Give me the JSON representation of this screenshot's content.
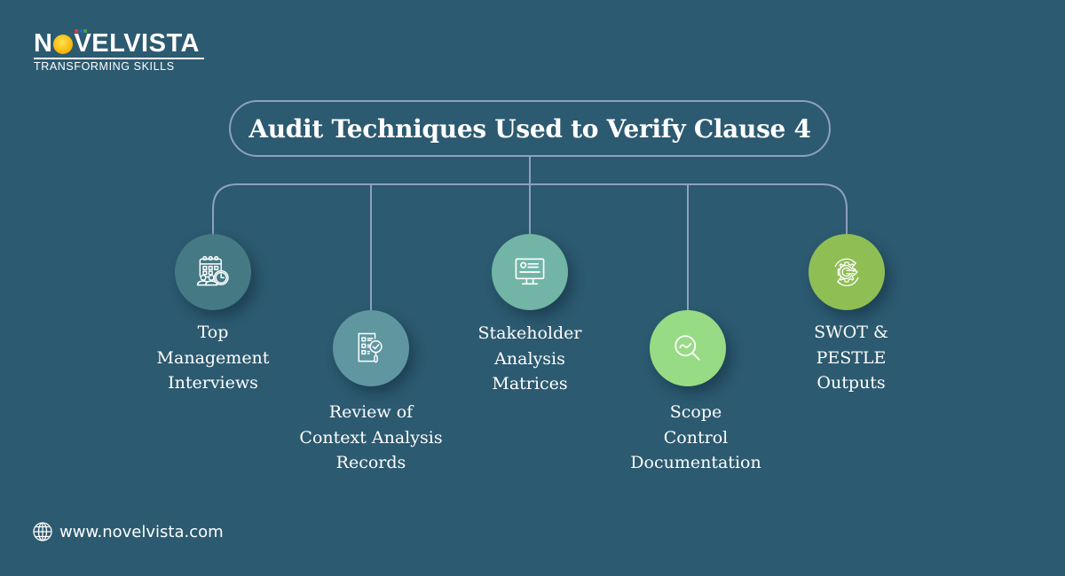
{
  "brand": {
    "name_prefix": "N",
    "name_suffix": "VELVISTA",
    "tagline": "TRANSFORMING SKILLS",
    "website": "www.novelvista.com"
  },
  "title": "Audit Techniques Used to Verify Clause 4",
  "colors": {
    "background": "#2c5a70",
    "connector": "#8ea0c2",
    "node_1": "#457984",
    "node_2": "#5f96a0",
    "node_3": "#72b5a6",
    "node_4": "#97db84",
    "node_5": "#8fbe55"
  },
  "techniques": [
    {
      "icon": "calendar-meeting-icon",
      "lines": [
        "Top",
        "Management",
        "Interviews"
      ]
    },
    {
      "icon": "checklist-review-icon",
      "lines": [
        "Review of",
        "Context Analysis",
        "Records"
      ]
    },
    {
      "icon": "monitor-profile-icon",
      "lines": [
        "Stakeholder",
        "Analysis",
        "Matrices"
      ]
    },
    {
      "icon": "magnifier-trend-icon",
      "lines": [
        "Scope",
        "Control",
        "Documentation"
      ]
    },
    {
      "icon": "gear-cycle-icon",
      "lines": [
        "SWOT &",
        "PESTLE",
        "Outputs"
      ]
    }
  ]
}
